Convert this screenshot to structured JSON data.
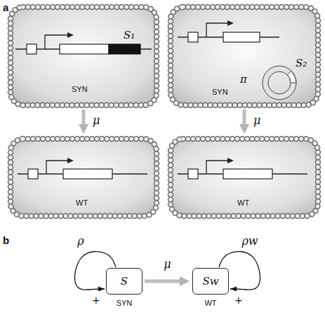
{
  "diagram": {
    "nodes": [
      {
        "text": [
          "S₁",
          "SYN"
        ]
      },
      {
        "text": [
          "S₂",
          "SYN",
          "π"
        ]
      },
      {
        "text": [
          "WT"
        ]
      },
      {
        "text": [
          "WT"
        ]
      },
      {
        "text": [
          "S",
          "SYN"
        ]
      },
      {
        "text": [
          "Sw",
          "WT"
        ]
      }
    ],
    "edges": [
      {
        "from": 0,
        "to": 2,
        "label": "μ",
        "arrow": "to"
      },
      {
        "from": 1,
        "to": 3,
        "label": "μ",
        "arrow": "to"
      },
      {
        "from": 4,
        "to": 5,
        "label": "μ",
        "arrow": "to"
      },
      {
        "from": 4,
        "to": 4,
        "label": "ρ",
        "arrow": "to"
      },
      {
        "from": 5,
        "to": 5,
        "label": "ρw",
        "arrow": "to"
      }
    ],
    "labels": [
      "a",
      "b",
      "+",
      "+"
    ]
  }
}
